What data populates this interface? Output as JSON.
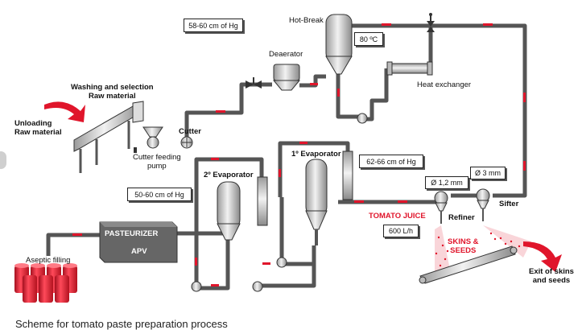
{
  "diagram": {
    "labels": {
      "unloading": "Unloading\nRaw material",
      "washing": "Washing and selection\nRaw material",
      "cutter_feeding": "Cutter feeding\npump",
      "cutter": "Cutter",
      "deaerator": "Deaerator",
      "hot_break": "Hot-Break",
      "heat_exchanger": "Heat exchanger",
      "evap2": "2º Evaporator",
      "evap1": "1º Evaporator",
      "pasteurizer": "PASTEURIZER",
      "apv": "APV",
      "aseptic": "Aseptic filling",
      "tomato_juice": "TOMATO JUICE",
      "refiner": "Refiner",
      "sifter": "Sifter",
      "skins_seeds": "SKINS &\nSEEDS",
      "exit": "Exit of skins\nand seeds"
    },
    "boxes": {
      "vac_deaerator": "58-60 cm of Hg",
      "temp_hotbreak": "80 ºC",
      "vac_evap1": "62-66 cm of Hg",
      "vac_evap2": "50-60 cm of Hg",
      "flow": "600 L/h",
      "mesh_small": "Ø 1,2 mm",
      "mesh_large": "Ø 3 mm"
    }
  },
  "caption": "Scheme for tomato paste preparation process",
  "colors": {
    "flow_arrow": "#e0152b",
    "pipe": "#555555",
    "equipment": "#d8d8d8",
    "pasteurizer": "#666666",
    "cans": "#e0152b"
  }
}
